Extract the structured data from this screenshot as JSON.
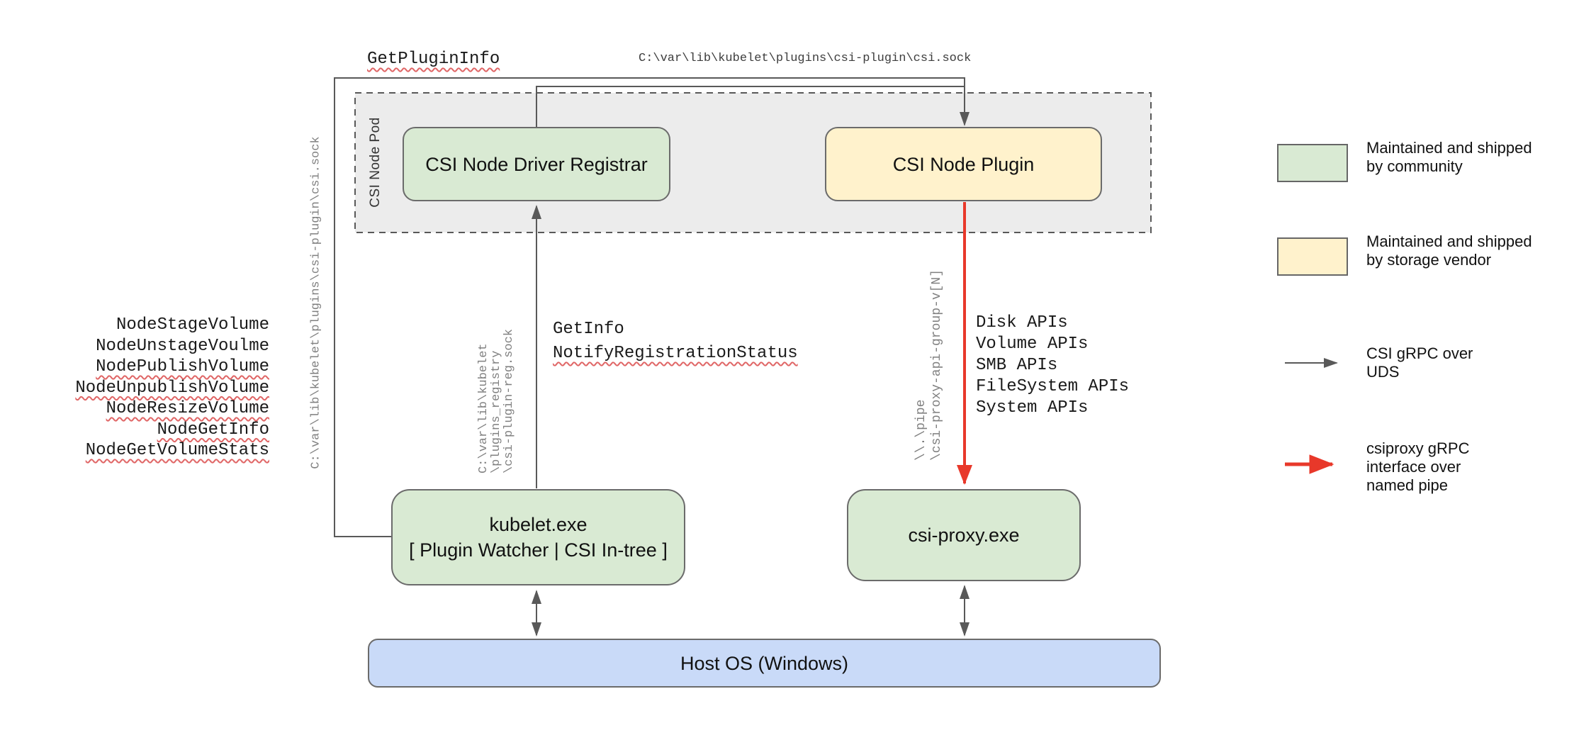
{
  "rpc_labels": {
    "get_plugin_info": "GetPluginInfo",
    "get_info": "GetInfo",
    "notify_registration_status": "NotifyRegistrationStatus"
  },
  "paths": {
    "csi_sock_top": "C:\\var\\lib\\kubelet\\plugins\\csi-plugin\\csi.sock",
    "csi_sock_left": "C:\\var\\lib\\kubelet\\plugins\\csi-plugin\\csi.sock",
    "registration_sock": "C:\\var\\lib\\kubelet\n\\plugins_registry\n\\csi-plugin-reg.sock",
    "named_pipe": "\\\\.\\pipe\n\\csi-proxy-api-group-v[N]"
  },
  "node_calls": [
    "NodeStageVolume",
    "NodeUnstageVoulme",
    "NodePublishVolume",
    "NodeUnpublishVolume",
    "NodeResizeVolume",
    "NodeGetInfo",
    "NodeGetVolumeStats"
  ],
  "proxy_apis": [
    "Disk APIs",
    "Volume APIs",
    "SMB APIs",
    "FileSystem APIs",
    "System APIs"
  ],
  "boxes": {
    "pod": "CSI Node Pod",
    "registrar": "CSI Node Driver Registrar",
    "plugin": "CSI Node Plugin",
    "kubelet_title": "kubelet.exe",
    "kubelet_subtitle": "[ Plugin Watcher | CSI In-tree ]",
    "csi_proxy": "csi-proxy.exe",
    "host_os": "Host OS (Windows)"
  },
  "legend": {
    "community": "Maintained and shipped\nby community",
    "vendor": "Maintained and shipped\nby storage vendor",
    "uds": "CSI gRPC over\nUDS",
    "pipe": "csiproxy gRPC\ninterface over\nnamed pipe"
  },
  "colors": {
    "community_fill": "#d9ead3",
    "vendor_fill": "#fff2cc",
    "host_fill": "#c9daf8",
    "pod_fill": "#ececec",
    "line_gray": "#595959",
    "line_red": "#e8382a",
    "squiggle": "#e06666"
  }
}
